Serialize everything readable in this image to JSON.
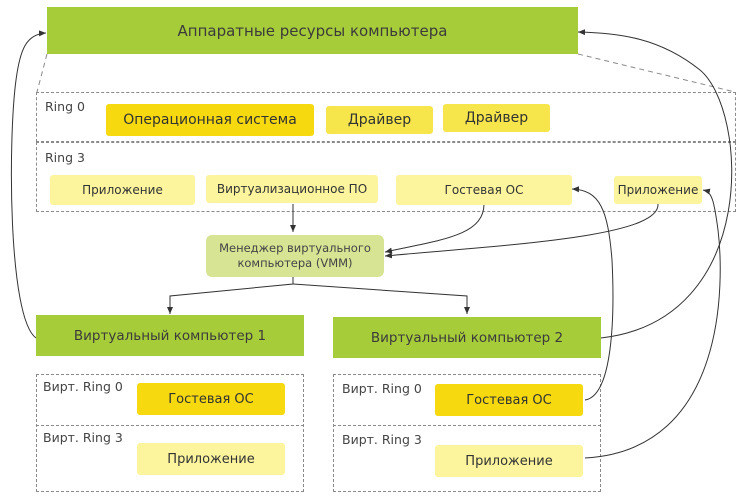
{
  "hardware": {
    "label": "Аппаратные ресурсы компьютера"
  },
  "ring0": {
    "label": "Ring 0",
    "os": "Операционная система",
    "driver1": "Драйвер",
    "driver2": "Драйвер"
  },
  "ring3": {
    "label": "Ring 3",
    "app1": "Приложение",
    "virt_software": "Виртуализационное ПО",
    "guest_os": "Гостевая ОС",
    "app2": "Приложение"
  },
  "vmm": {
    "line1": "Менеджер виртуального",
    "line2": "компьютера (VMM)"
  },
  "vm1": {
    "title": "Виртуальный компьютер 1",
    "ring0_label": "Вирт. Ring 0",
    "guest_os": "Гостевая ОС",
    "ring3_label": "Вирт. Ring 3",
    "app": "Приложение"
  },
  "vm2": {
    "title": "Виртуальный компьютер 2",
    "ring0_label": "Вирт. Ring 0",
    "guest_os": "Гостевая ОС",
    "ring3_label": "Вирт. Ring 3",
    "app": "Приложение"
  },
  "colors": {
    "green": "#a6cc3a",
    "yellow_dark": "#f6d90f",
    "yellow_mid": "#f6e64b",
    "yellow_light": "#fdf59e",
    "vmm_fill": "#d6e494",
    "line": "#333333",
    "dash": "#8a8a8a"
  }
}
